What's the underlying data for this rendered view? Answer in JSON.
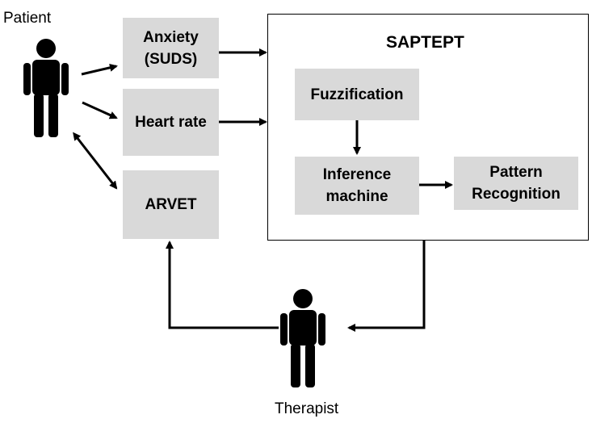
{
  "figures": {
    "patient_label": "Patient",
    "therapist_label": "Therapist"
  },
  "inputs": {
    "anxiety": "Anxiety\n(SUDS)",
    "heart_rate": "Heart rate",
    "arvet": "ARVET"
  },
  "system": {
    "title": "SAPTEPT",
    "fuzzification": "Fuzzification",
    "inference": "Inference\nmachine",
    "pattern": "Pattern\nRecognition"
  },
  "colors": {
    "box_fill": "#d9d9d9",
    "line": "#000000"
  }
}
